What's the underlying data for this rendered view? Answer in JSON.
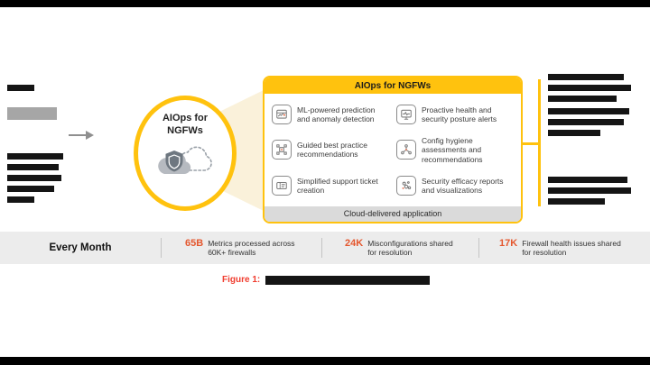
{
  "colors": {
    "brand_yellow": "#FFC20E",
    "stat_orange": "#E4572E",
    "caption_red": "#F03C2E",
    "footer_gray": "#DADADA",
    "band_gray": "#ECECEC"
  },
  "hub": {
    "label_line1": "AIOps for",
    "label_line2": "NGFWs"
  },
  "panel": {
    "title": "AIOps for NGFWs",
    "features": [
      {
        "icon": "ml-prediction-icon",
        "label": "ML-powered prediction and anomaly detection"
      },
      {
        "icon": "health-posture-icon",
        "label": "Proactive health and security posture alerts"
      },
      {
        "icon": "best-practice-icon",
        "label": "Guided best practice recommendations"
      },
      {
        "icon": "config-hygiene-icon",
        "label": "Config hygiene assessments and recommendations"
      },
      {
        "icon": "support-ticket-icon",
        "label": "Simplified support ticket creation"
      },
      {
        "icon": "efficacy-reports-icon",
        "label": "Security efficacy reports and visualizations"
      }
    ],
    "footer": "Cloud-delivered application"
  },
  "stats_band": {
    "period_label": "Every Month",
    "stats": [
      {
        "value": "65B",
        "description": "Metrics processed across 60K+ firewalls"
      },
      {
        "value": "24K",
        "description": "Misconfigurations shared for resolution"
      },
      {
        "value": "17K",
        "description": "Firewall health issues shared for resolution"
      }
    ]
  },
  "caption": {
    "prefix": "Figure 1:"
  }
}
